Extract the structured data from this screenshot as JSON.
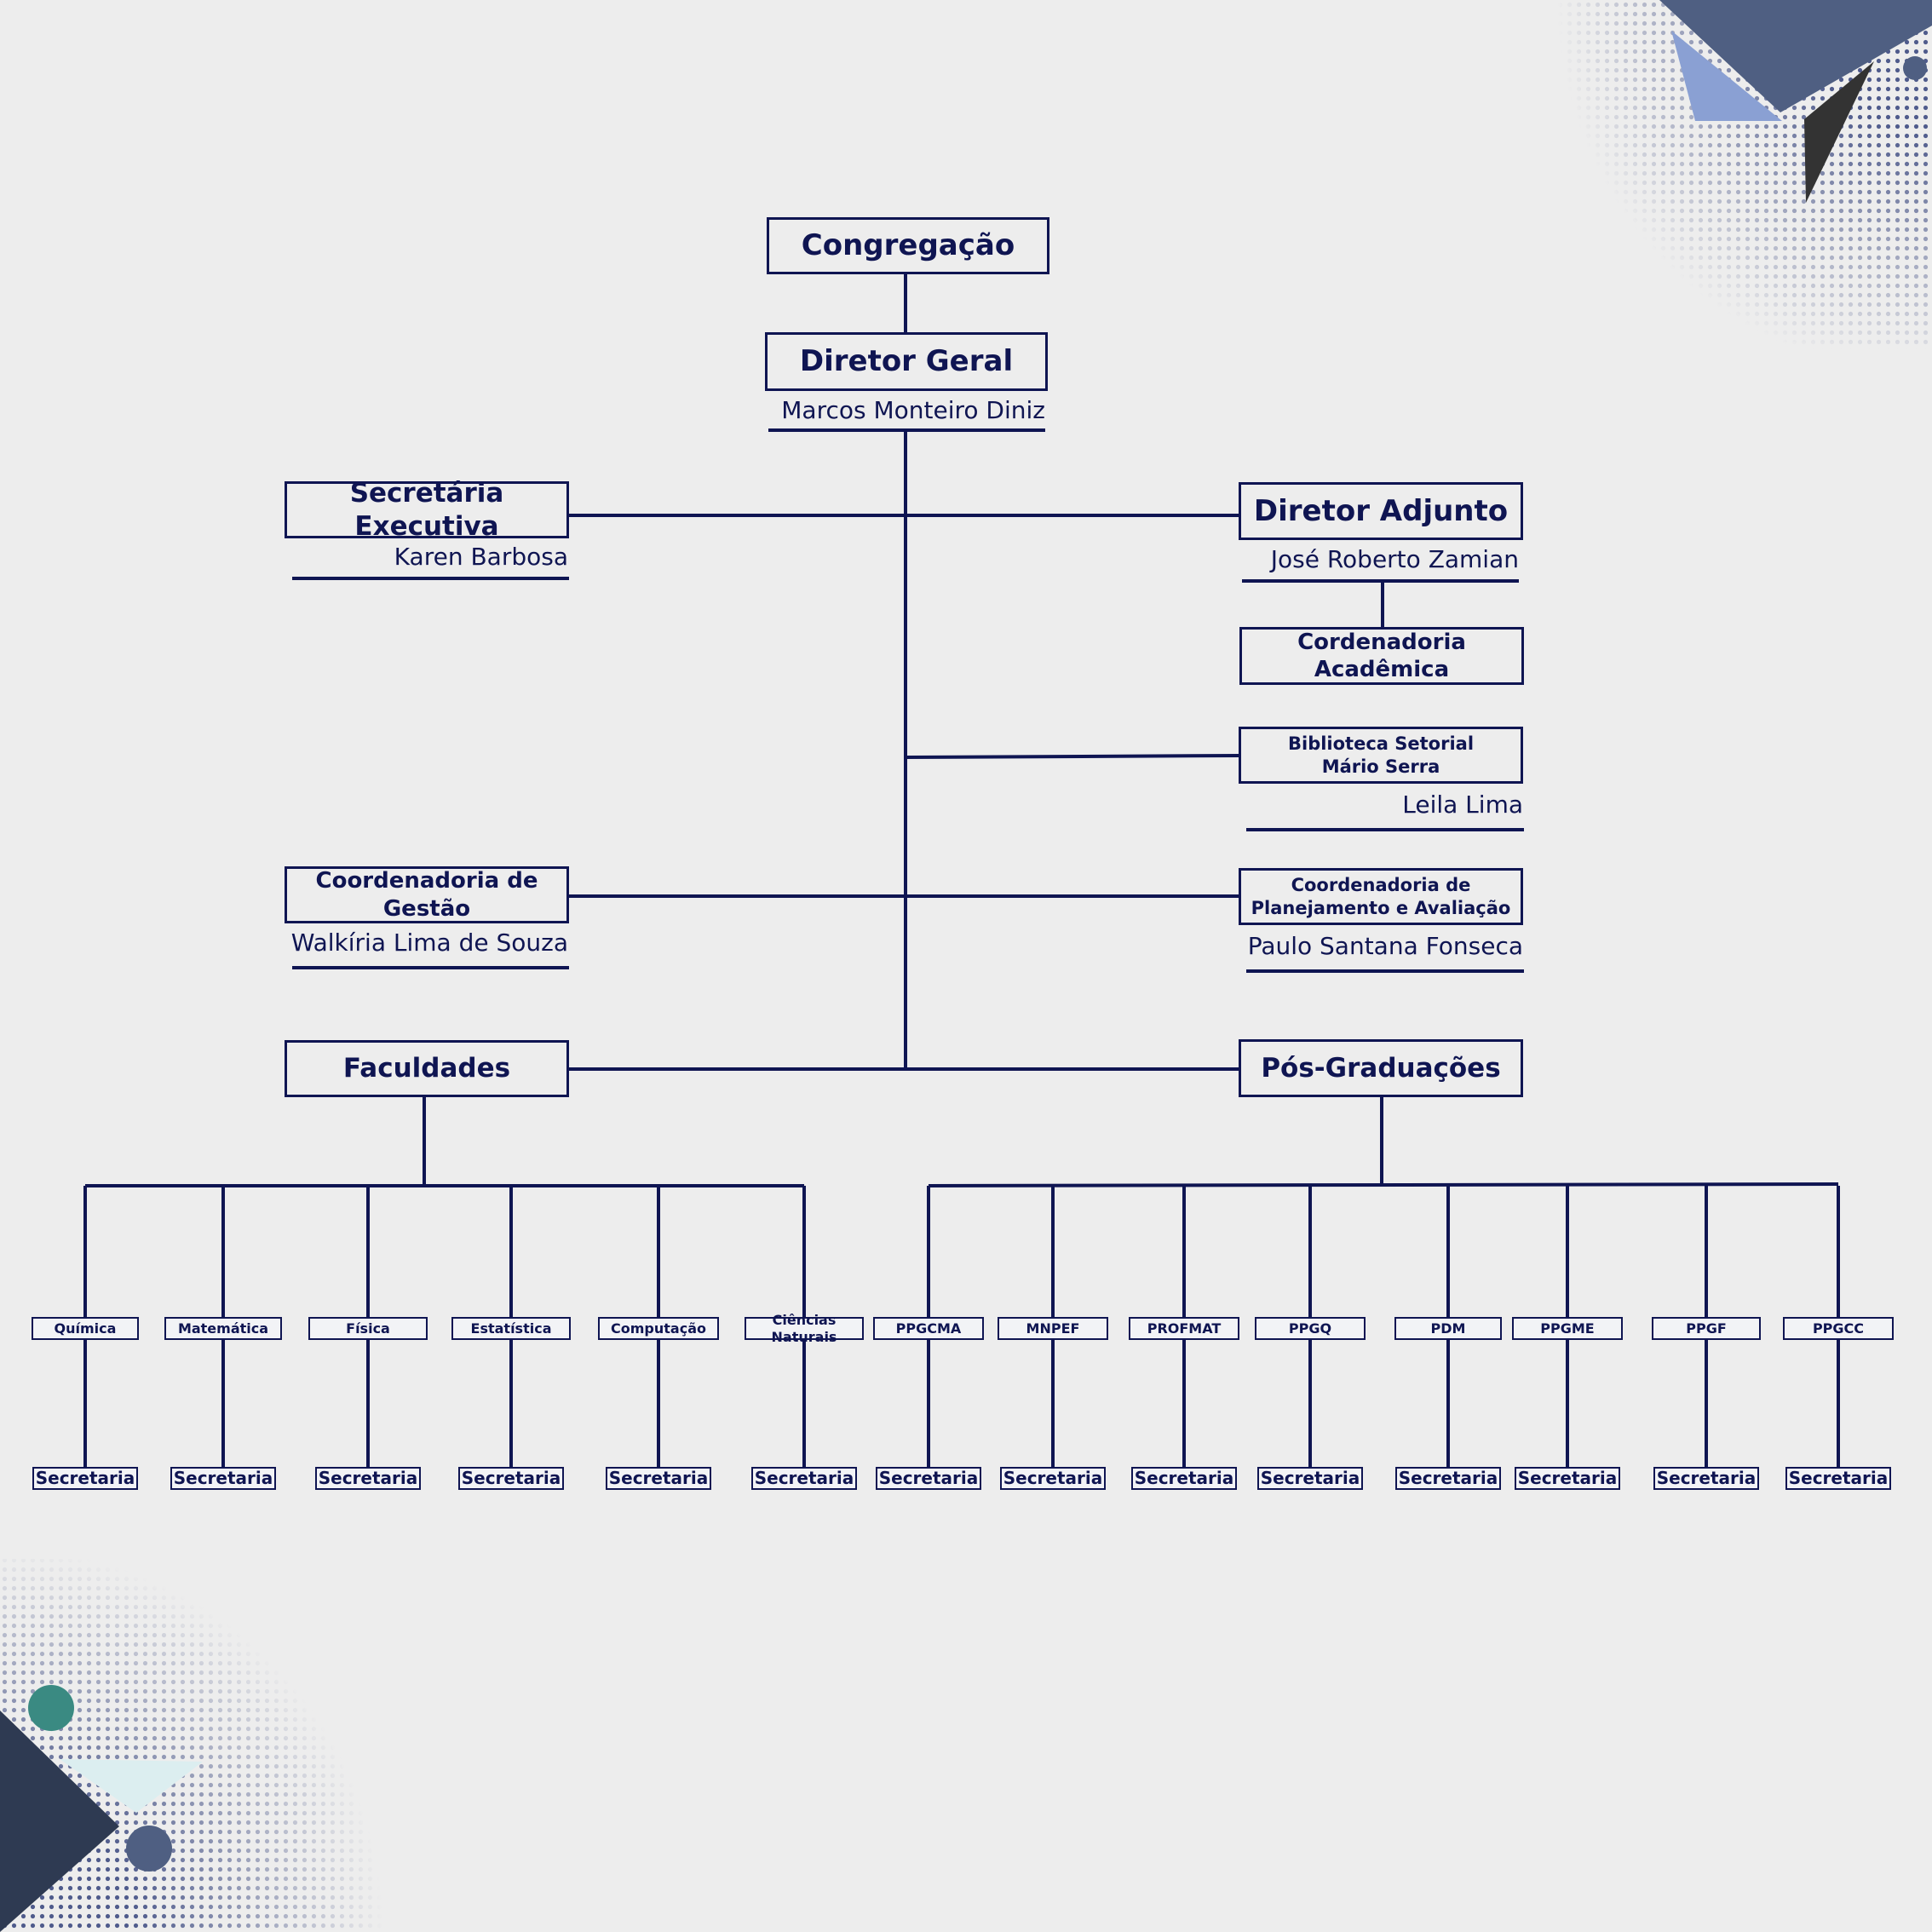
{
  "palette": {
    "ink": "#0f1552",
    "background": "#ededed",
    "slate": "#4f5f82",
    "periwinkle": "#8aa0d3",
    "charcoal": "#333333",
    "teal": "#3a8a82",
    "navy": "#2e3a52",
    "mint": "#dceef0"
  },
  "top": {
    "title": "Congregação"
  },
  "director": {
    "title": "Diretor Geral",
    "name": "Marcos Monteiro Diniz"
  },
  "left": {
    "secretaria": {
      "title": "Secretária Executiva",
      "name": "Karen Barbosa"
    },
    "gestao": {
      "title": "Coordenadoria de Gestão",
      "name": "Walkíria Lima de Souza"
    },
    "faculdades": {
      "title": "Faculdades"
    }
  },
  "right": {
    "adjunto": {
      "title": "Diretor Adjunto",
      "name": "José Roberto Zamian"
    },
    "academica": {
      "title": "Cordenadoria Acadêmica"
    },
    "biblioteca": {
      "title_line1": "Biblioteca Setorial",
      "title_line2": "Mário Serra",
      "name": "Leila Lima"
    },
    "planejamento": {
      "title_line1": "Coordenadoria de",
      "title_line2": "Planejamento e Avaliação",
      "name": "Paulo Santana Fonseca"
    },
    "pos": {
      "title": "Pós-Graduações"
    }
  },
  "faculdades_units": [
    "Química",
    "Matemática",
    "Física",
    "Estatística",
    "Computação",
    "Ciências Naturais"
  ],
  "pos_units": [
    "PPGCMA",
    "MNPEF",
    "PROFMAT",
    "PPGQ",
    "PDM",
    "PPGME",
    "PPGF",
    "PPGCC"
  ],
  "secretaria_label": "Secretaria"
}
